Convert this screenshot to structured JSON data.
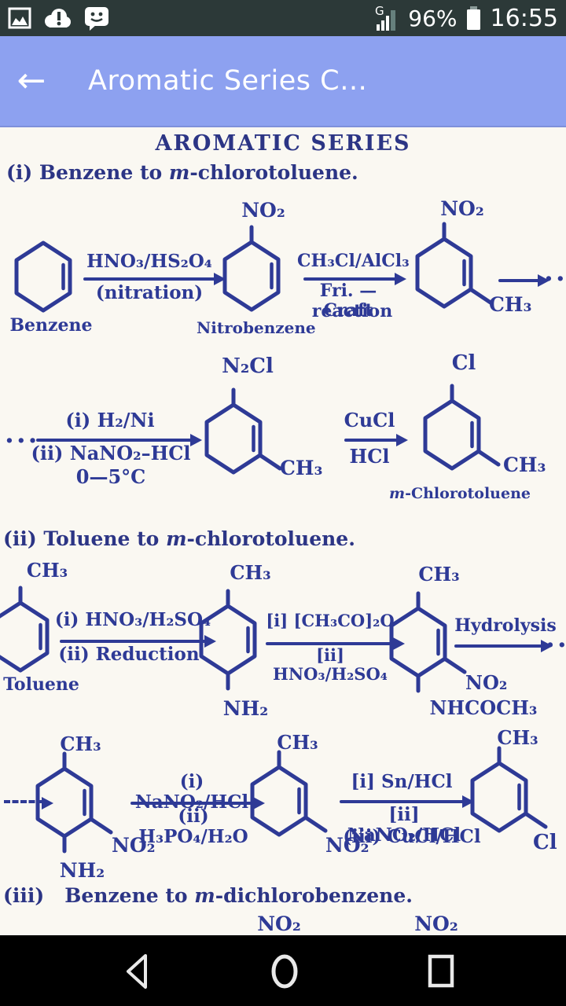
{
  "status_bar": {
    "network": "G",
    "battery": "96%",
    "time": "16:55"
  },
  "app_bar": {
    "back": "←",
    "title": "Aromatic Series C…"
  },
  "doc": {
    "title": "AROMATIC SERIES",
    "h1": {
      "pre": "(i) Benzene to ",
      "em": "m",
      "post": "-chlorotoluene."
    },
    "h2": {
      "pre": "(ii) Toluene to ",
      "em": "m",
      "post": "-chlorotoluene."
    },
    "h3": {
      "pre": "(iii)   Benzene to ",
      "em": "m",
      "post": "-dichlorobenzene."
    },
    "r1": {
      "mol1": "Benzene",
      "a1t": "HNO₃/HS₂O₄",
      "a1b": "(nitration)",
      "no2a": "NO₂",
      "mol2": "Nitrobenzene",
      "a2t": "CH₃Cl/AlCl₃",
      "a2b1": "Fri. —Craft",
      "a2b2": "reaction",
      "no2b": "NO₂",
      "ch3": "CH₃",
      "dots": "···"
    },
    "r2": {
      "dots": "···",
      "a1t": "(i) H₂/Ni",
      "a1b1": "(ii) NaNO₂–HCl",
      "a1b2": "0—5°C",
      "n2cl": "N₂Cl",
      "ch3a": "CH₃",
      "a2t": "CuCl",
      "a2b": "HCl",
      "cl": "Cl",
      "ch3b": "CH₃",
      "prod_em": "m",
      "prod_post": "-Chlorotoluene"
    },
    "r3": {
      "ch3a": "CH₃",
      "mol1": "Toluene",
      "a1t": "(i) HNO₃/H₂SO₄",
      "a1b": "(ii) Reduction",
      "ch3b": "CH₃",
      "nh2": "NH₂",
      "a2t": "[i] [CH₃CO]₂O",
      "a2b": "[ii] HNO₃/H₂SO₄",
      "ch3c": "CH₃",
      "no2": "NO₂",
      "nhco": "NHCOCH₃",
      "a3t": "Hydrolysis",
      "dots": "···"
    },
    "r4": {
      "ch3a": "CH₃",
      "no2a": "NO₂",
      "nh2": "NH₂",
      "a1t": "(i) NaNO₂/HCl",
      "a1b": "(ii) H₃PO₄/H₂O",
      "ch3b": "CH₃",
      "no2b": "NO₂",
      "a2t": "[i] Sn/HCl",
      "a2b1": "[ii] NaNO₂/HCl",
      "a2b2": "(iii) CuCl/HCl",
      "ch3c": "CH₃",
      "cl": "Cl"
    },
    "partial": {
      "no2a": "NO₂",
      "no2b": "NO₂"
    }
  }
}
